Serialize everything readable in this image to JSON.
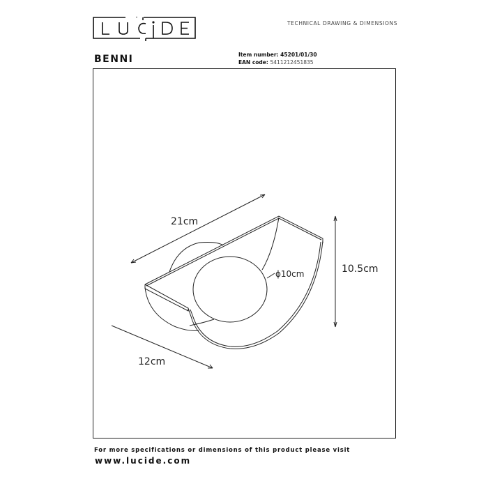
{
  "header": {
    "logo_text": "LUCIDE",
    "subtitle": "TECHNICAL DRAWING & DIMENSIONS",
    "product_name": "BENNI",
    "item_number_label": "Item number:",
    "item_number": "45201/01/30",
    "ean_label": "EAN code:",
    "ean": "5411212451835"
  },
  "drawing": {
    "width_label": "21cm",
    "depth_label": "12cm",
    "height_label": "10.5cm",
    "diameter_label": "ϕ10cm"
  },
  "footer": {
    "note": "For more specifications or dimensions of this product please visit",
    "url": "www.lucide.com"
  }
}
